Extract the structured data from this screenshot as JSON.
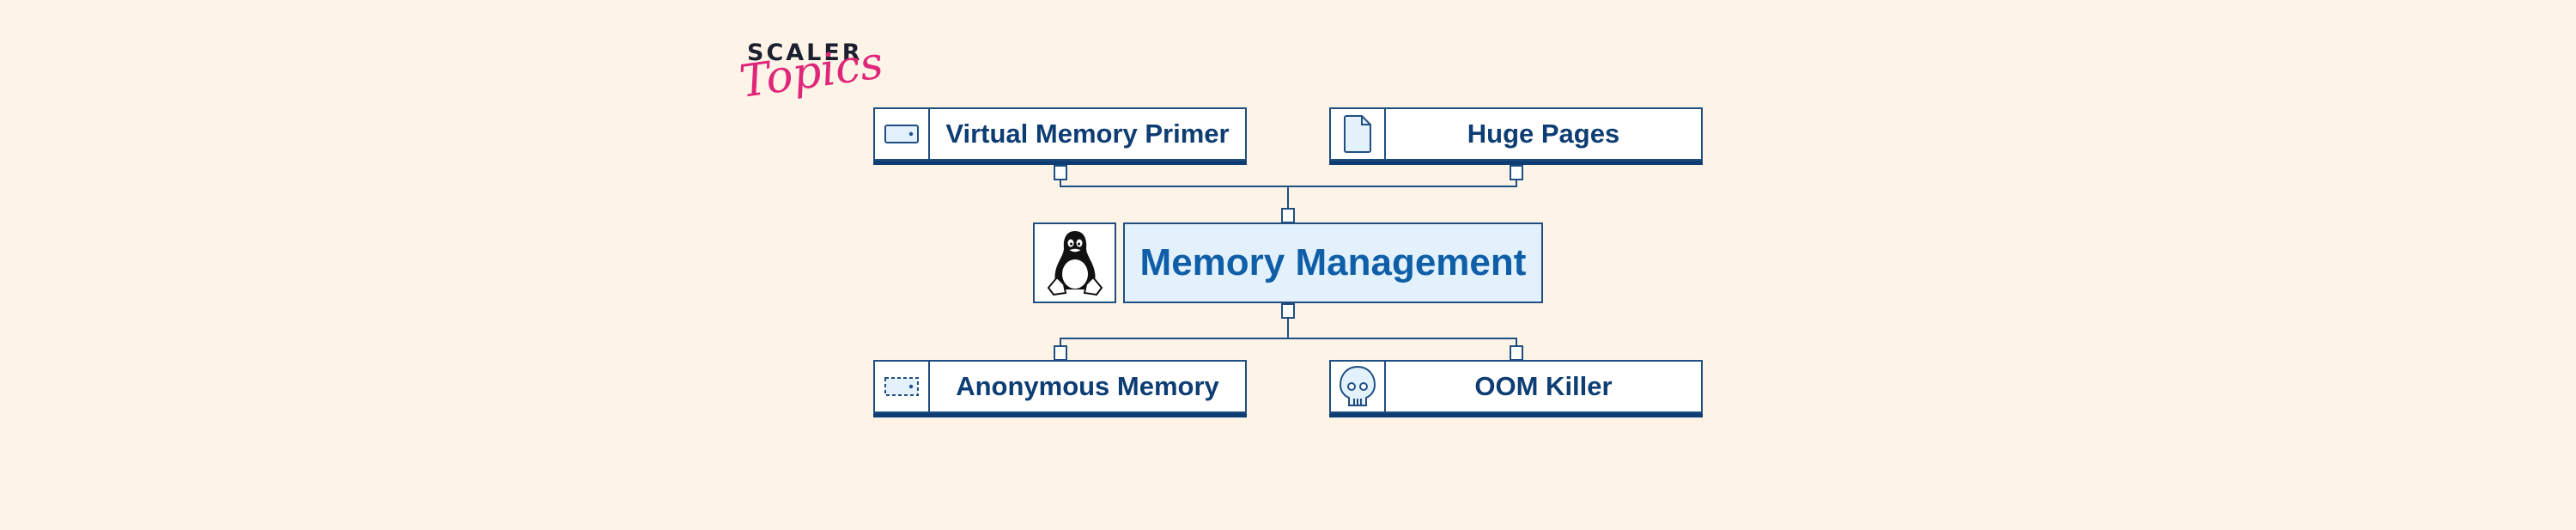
{
  "logo": {
    "brand": "SCALER",
    "sub": "Topics",
    "brand_color": "#1b1f2e",
    "sub_color": "#e0267a"
  },
  "diagram": {
    "center": {
      "label": "Memory Management",
      "icon": "linux-penguin-icon",
      "fill": "#e3f1fc",
      "text_color": "#0f5ea8"
    },
    "top": [
      {
        "label": "Virtual Memory Primer",
        "icon": "memory-block-icon"
      },
      {
        "label": "Huge Pages",
        "icon": "document-page-icon"
      }
    ],
    "bottom": [
      {
        "label": "Anonymous Memory",
        "icon": "dashed-memory-block-icon"
      },
      {
        "label": "OOM Killer",
        "icon": "skull-icon"
      }
    ],
    "colors": {
      "background": "#fdf3e7",
      "border": "#1f4f82",
      "text": "#0d3d73"
    }
  }
}
